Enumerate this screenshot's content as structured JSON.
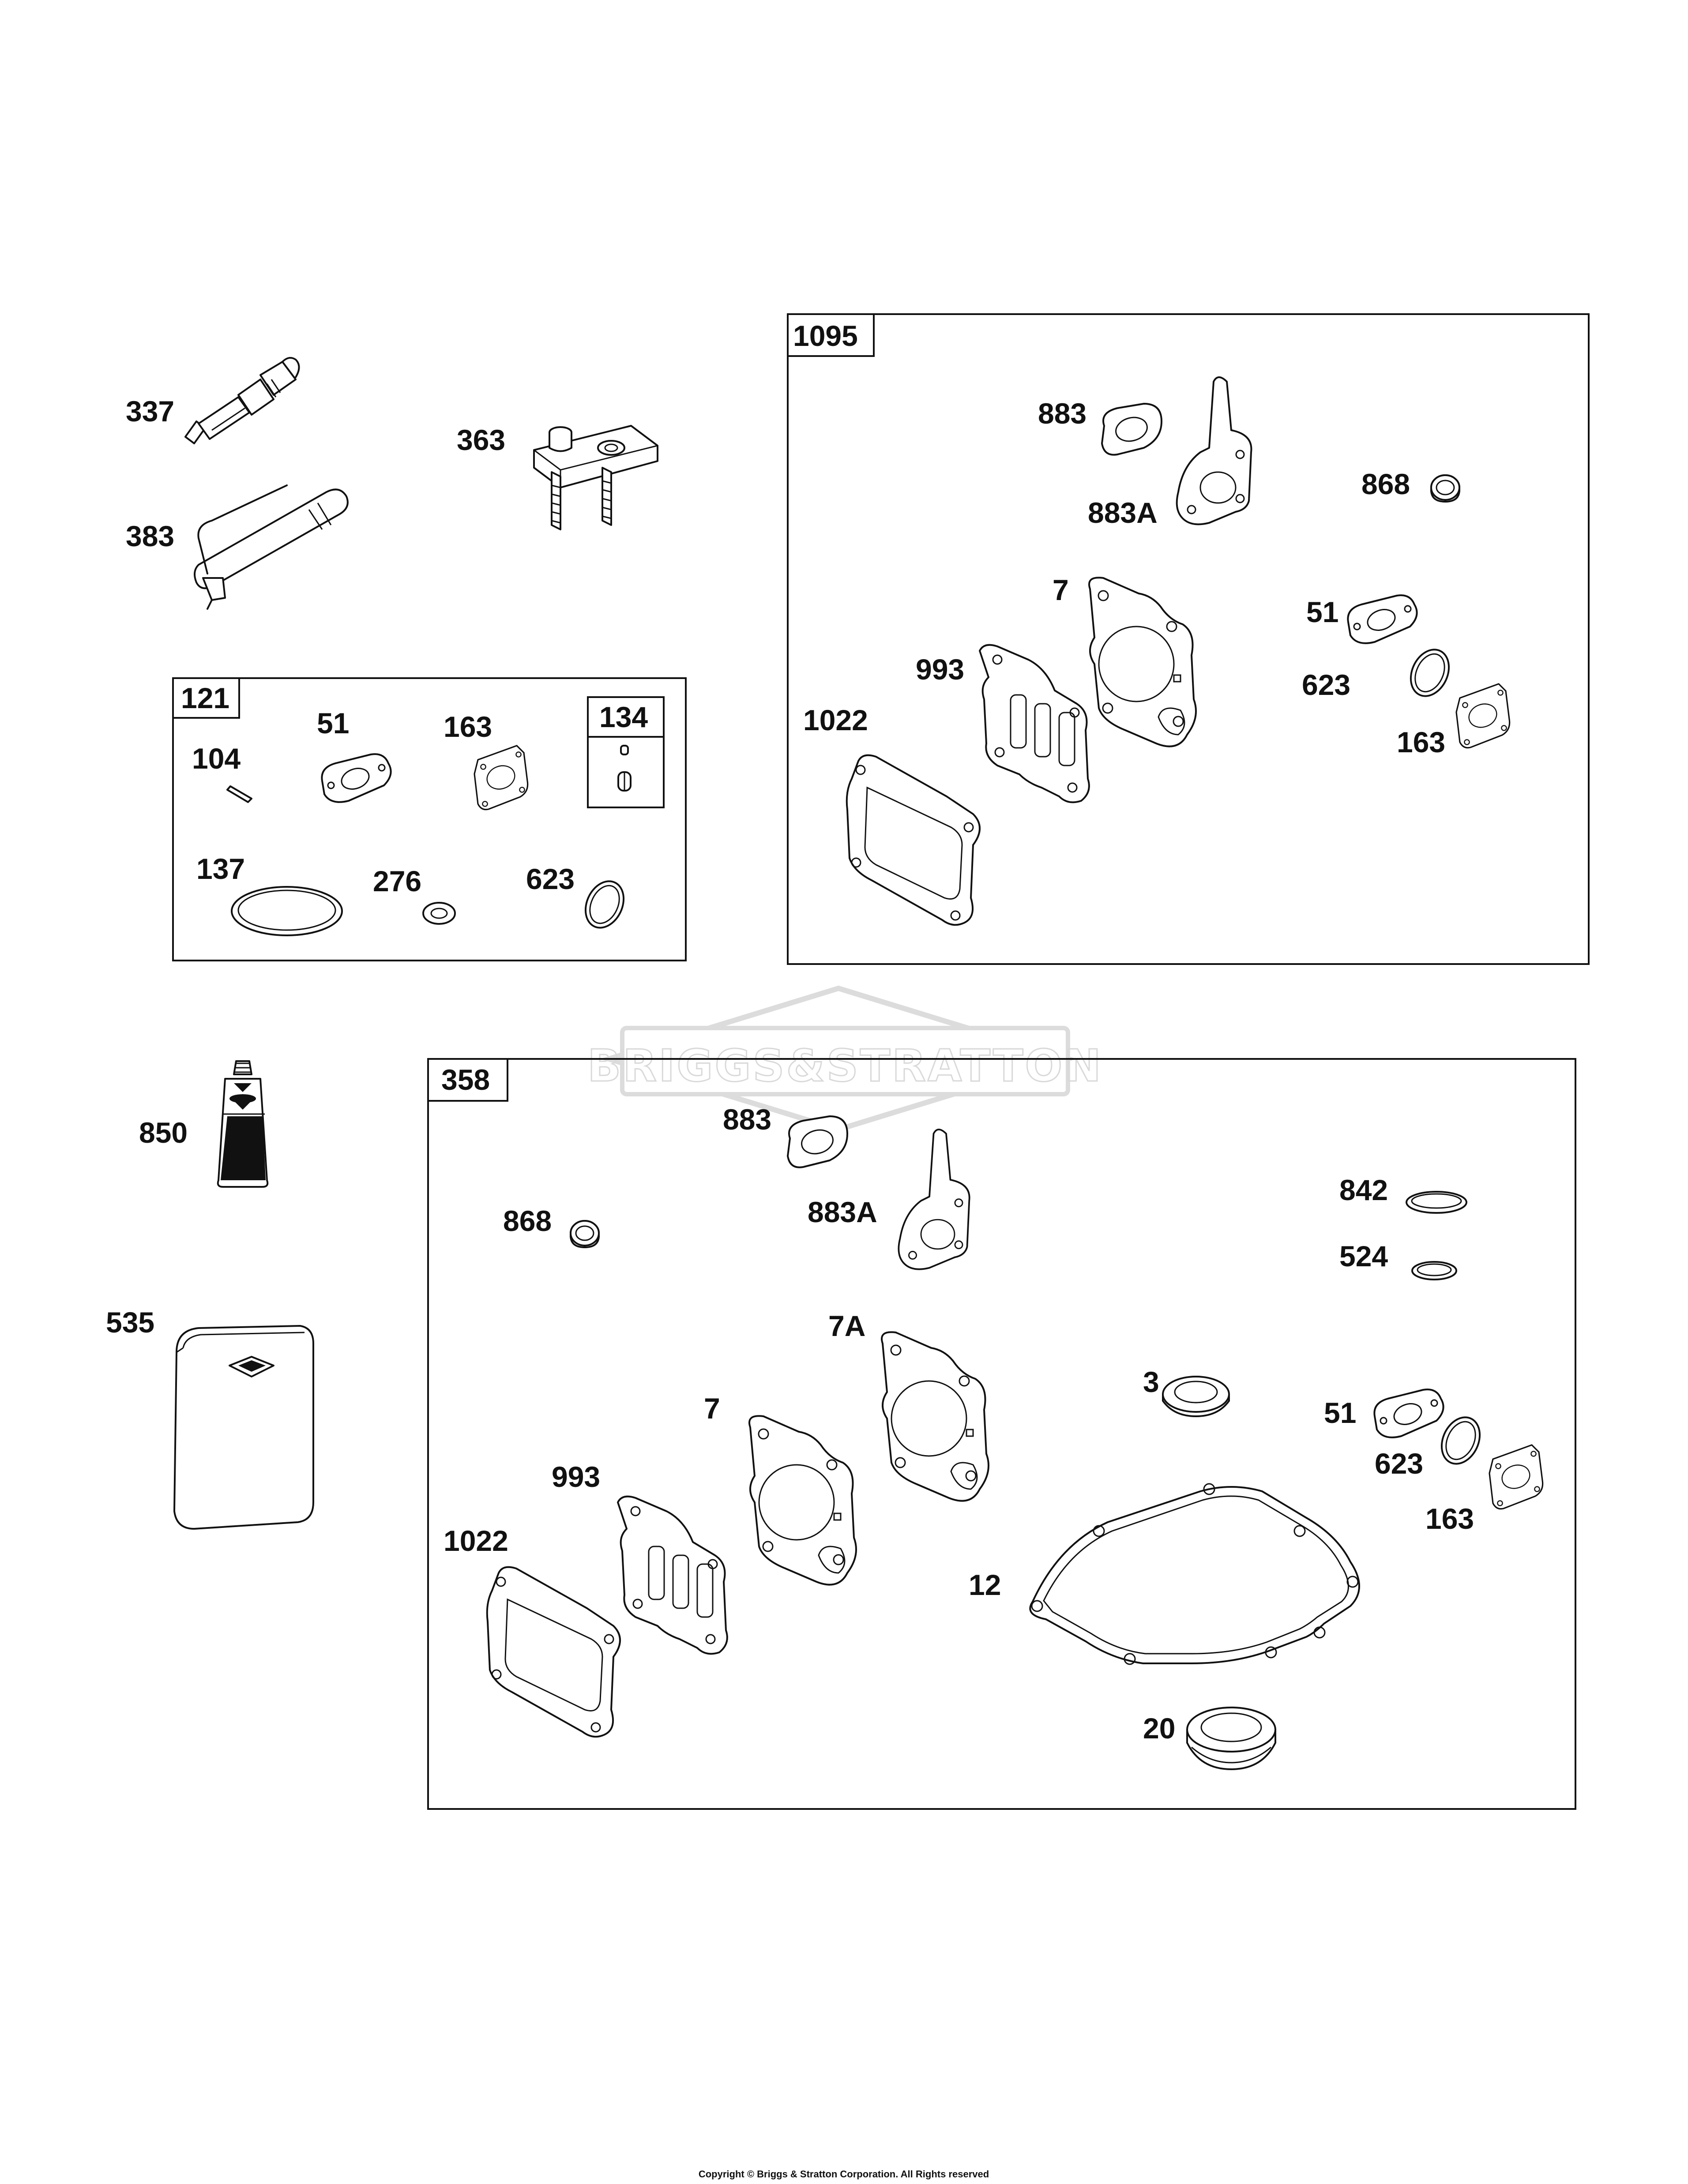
{
  "watermark": {
    "text": "BRIGGS&STRATTON"
  },
  "copyright": "Copyright © Briggs & Stratton Corporation. All Rights reserved",
  "boxes": {
    "b121": "121",
    "b134": "134",
    "b1095": "1095",
    "b358": "358"
  },
  "labels": {
    "l337": "337",
    "l363": "363",
    "l383": "383",
    "l850": "850",
    "l535": "535",
    "k104": "104",
    "k51": "51",
    "k163": "163",
    "k137": "137",
    "k276": "276",
    "k623": "623",
    "g883": "883",
    "g883a": "883A",
    "g868": "868",
    "g7": "7",
    "g51": "51",
    "g993": "993",
    "g623": "623",
    "g1022": "1022",
    "g163": "163",
    "s883": "883",
    "s883a": "883A",
    "s842": "842",
    "s868": "868",
    "s524": "524",
    "s7a": "7A",
    "s3": "3",
    "s7": "7",
    "s51": "51",
    "s993": "993",
    "s623": "623",
    "s1022": "1022",
    "s12": "12",
    "s163": "163",
    "s20": "20"
  }
}
